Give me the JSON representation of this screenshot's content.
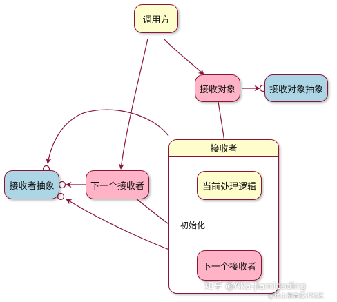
{
  "nodes": {
    "caller": "调用方",
    "receiver_object": "接收对象",
    "receiver_object_abstract": "接收对象抽象",
    "receiver_abstract": "接收者抽象",
    "next_receiver_outer": "下一个接收者",
    "current_logic": "当前处理逻辑",
    "next_receiver_inner": "下一个接收者"
  },
  "group": {
    "title": "接收者"
  },
  "edges": {
    "init_label": "初始化"
  },
  "watermark": {
    "primary": "知乎 @Aka-jiamicoding",
    "secondary": "@稀土掘金技术社区"
  },
  "colors": {
    "stroke": "#8a1538",
    "yellow_fill": "#fefecd",
    "pink_fill": "#ffb3c6",
    "blue_fill": "#acd6e6"
  }
}
